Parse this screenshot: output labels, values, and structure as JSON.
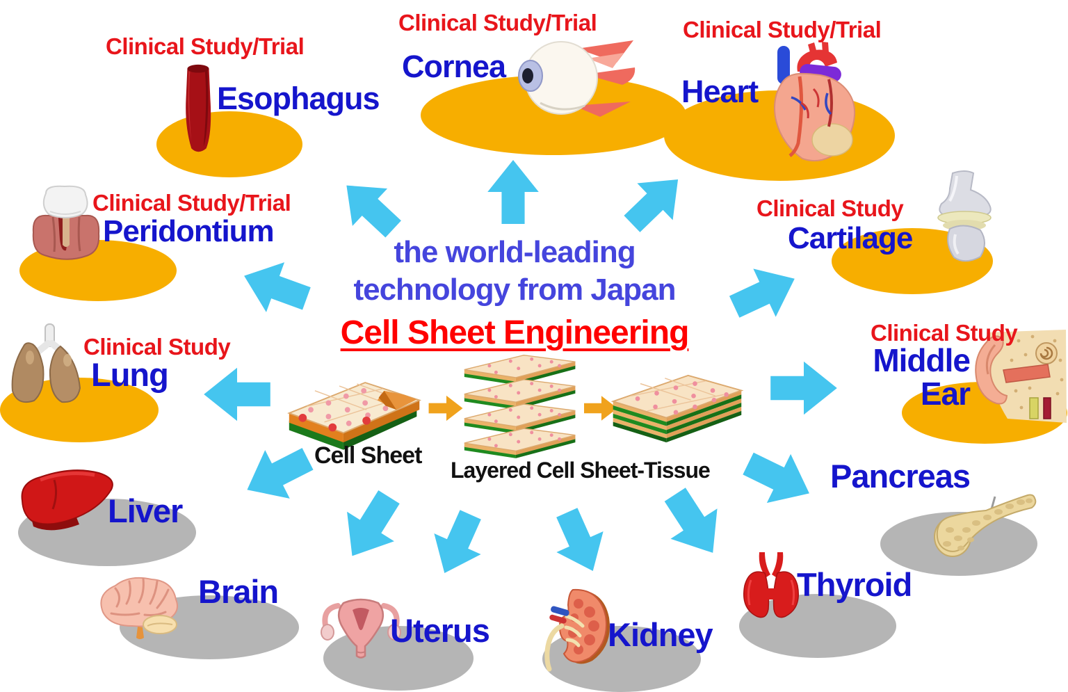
{
  "center": {
    "tagline_line1": "the world-leading",
    "tagline_line2": "technology from Japan",
    "heading": "Cell Sheet Engineering",
    "cell_sheet_label": "Cell Sheet",
    "layered_label": "Layered Cell Sheet-Tissue"
  },
  "organs": [
    {
      "id": "esophagus",
      "label": "Esophagus",
      "status": "Clinical Study/Trial",
      "platform": "orange"
    },
    {
      "id": "cornea",
      "label": "Cornea",
      "status": "Clinical Study/Trial",
      "platform": "orange"
    },
    {
      "id": "heart",
      "label": "Heart",
      "status": "Clinical Study/Trial",
      "platform": "orange"
    },
    {
      "id": "peridontium",
      "label": "Peridontium",
      "status": "Clinical Study/Trial",
      "platform": "orange"
    },
    {
      "id": "cartilage",
      "label": "Cartilage",
      "status": "Clinical Study",
      "platform": "orange"
    },
    {
      "id": "lung",
      "label": "Lung",
      "status": "Clinical Study",
      "platform": "orange"
    },
    {
      "id": "middle-ear",
      "label": "Middle Ear",
      "label_line1": "Middle",
      "label_line2": "Ear",
      "status": "Clinical Study",
      "platform": "orange"
    },
    {
      "id": "liver",
      "label": "Liver",
      "status": "",
      "platform": "gray"
    },
    {
      "id": "pancreas",
      "label": "Pancreas",
      "status": "",
      "platform": "gray"
    },
    {
      "id": "brain",
      "label": "Brain",
      "status": "",
      "platform": "gray"
    },
    {
      "id": "uterus",
      "label": "Uterus",
      "status": "",
      "platform": "gray"
    },
    {
      "id": "kidney",
      "label": "Kidney",
      "status": "",
      "platform": "gray"
    },
    {
      "id": "thyroid",
      "label": "Thyroid",
      "status": "",
      "platform": "gray"
    }
  ],
  "colors": {
    "accent-red": "#e8151b",
    "label-blue": "#1515cc",
    "center-blue": "#4545dd",
    "heading-red": "#ff0000",
    "arrow-blue": "#45c5ef",
    "platform-orange": "#f7ae00",
    "platform-gray": "#b5b5b5",
    "mini-arrow-orange": "#f0a21c",
    "black-label": "#111111"
  }
}
